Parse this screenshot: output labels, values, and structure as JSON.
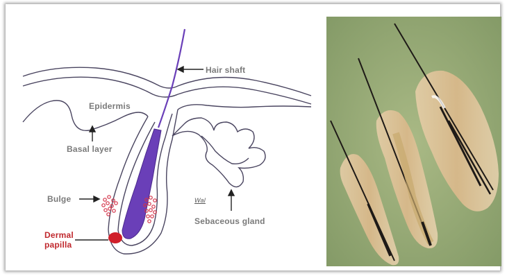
{
  "diagram": {
    "labels": {
      "hair_shaft": "Hair shaft",
      "epidermis": "Epidermis",
      "basal_layer": "Basal layer",
      "bulge": "Bulge",
      "dermal_papilla_line1": "Dermal",
      "dermal_papilla_line2": "papilla",
      "sebaceous_gland": "Sebaceous gland",
      "signature": "Wal"
    },
    "colors": {
      "outline": "#4a4560",
      "hair": "#6a3fb8",
      "bulge_dots": "#d4344a",
      "papilla": "#d01f2a",
      "label_gray": "#7a7a7a",
      "label_red": "#c0282d"
    }
  },
  "photo": {
    "background_color": "#9db07a",
    "follicle_color": "#e2c49a",
    "shaft_color": "#1e1a17"
  }
}
